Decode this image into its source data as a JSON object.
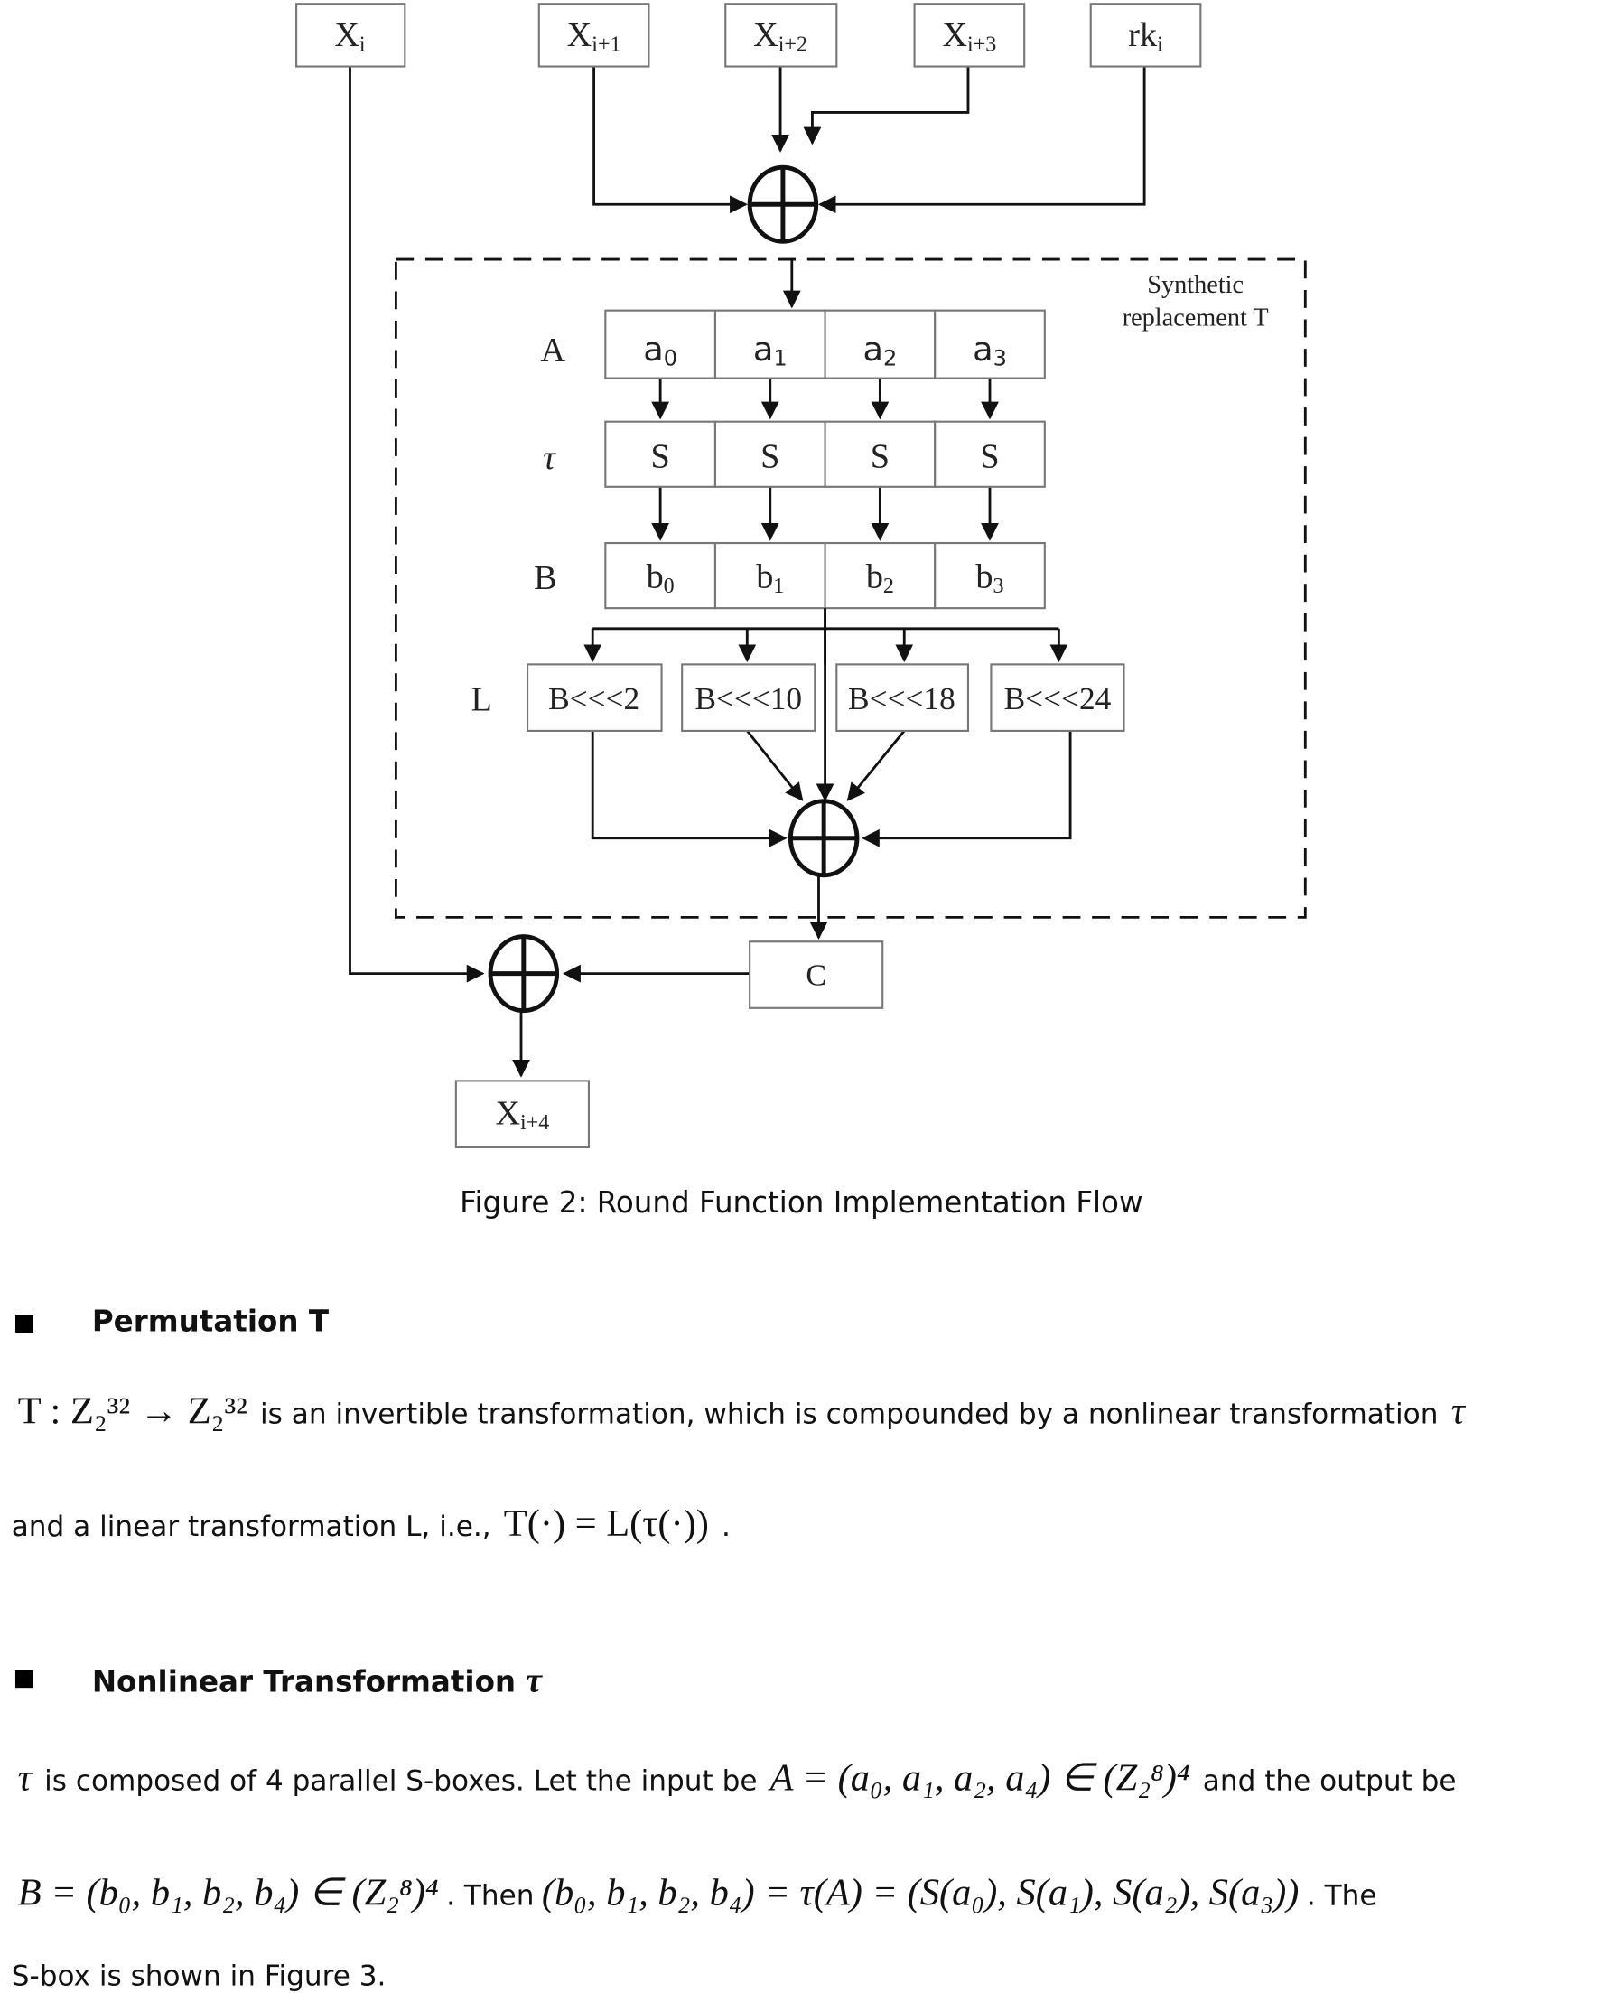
{
  "figure": {
    "inputs": [
      {
        "base": "X",
        "sub": "i"
      },
      {
        "base": "X",
        "sub": "i+1"
      },
      {
        "base": "X",
        "sub": "i+2"
      },
      {
        "base": "X",
        "sub": "i+3"
      },
      {
        "base": "rk",
        "sub": "i"
      }
    ],
    "region_label_line1": "Synthetic",
    "region_label_line2": "replacement T",
    "row_labels": {
      "a": "A",
      "tau": "τ",
      "b": "B",
      "l": "L"
    },
    "a_cells": [
      {
        "base": "a",
        "sub": "0"
      },
      {
        "base": "a",
        "sub": "1"
      },
      {
        "base": "a",
        "sub": "2"
      },
      {
        "base": "a",
        "sub": "3"
      }
    ],
    "s_cells": [
      "S",
      "S",
      "S",
      "S"
    ],
    "b_cells": [
      {
        "base": "b",
        "sub": "0"
      },
      {
        "base": "b",
        "sub": "1"
      },
      {
        "base": "b",
        "sub": "2"
      },
      {
        "base": "b",
        "sub": "3"
      }
    ],
    "rotations": [
      "B<<<2",
      "B<<<10",
      "B<<<18",
      "B<<<24"
    ],
    "c_box": "C",
    "output": {
      "base": "X",
      "sub": "i+4"
    },
    "caption": "Figure 2: Round Function Implementation Flow"
  },
  "sections": [
    {
      "heading": "Permutation T",
      "p1_formula": "T : Z₂³² → Z₂³²",
      "p1_text": "is an invertible transformation, which is compounded by a nonlinear transformation",
      "p1_tail": "τ",
      "p2_text": "and a linear transformation L, i.e.,",
      "p2_formula": "T(·) = L(τ(·))",
      "p2_tail": "."
    },
    {
      "heading": "Nonlinear Transformation",
      "heading_symbol": "τ",
      "p1_lead": "τ",
      "p1_text": "is composed of 4 parallel S-boxes. Let the input be",
      "p1_formula": "A = (a₀, a₁, a₂, a₄) ∈ (Z₂⁸)⁴",
      "p1_tail": "and the output be",
      "p2_formula": "B = (b₀, b₁, b₂, b₄) ∈ (Z₂⁸)⁴",
      "p2_text": ". Then",
      "p2_formula2": "(b₀, b₁, b₂, b₄) = τ(A) = (S(a₀), S(a₁), S(a₂), S(a₃))",
      "p2_tail": ". The",
      "p3_text": "S-box is shown in Figure 3."
    }
  ]
}
